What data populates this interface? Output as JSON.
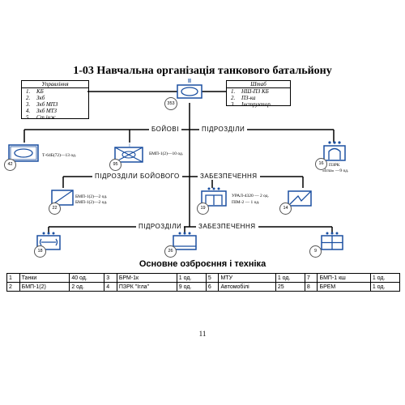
{
  "title": "1-03 Навчальна організація танкового батальйону",
  "command": {
    "header": "Управління",
    "items": [
      "КБ",
      "Зкб",
      "Зкб МПЗ",
      "Зкб МТЗ",
      "Ст.інж"
    ]
  },
  "staff": {
    "header": "Штаб",
    "items": [
      "НШ-ПЗ КБ",
      "ПЗ-ка",
      "Інструктор"
    ]
  },
  "hq_number": "353",
  "hq_mark": "II",
  "sections": {
    "combat": [
      "БОЙОВІ",
      "ПІДРОЗДІЛИ"
    ],
    "support": [
      "ПІДРОЗДІЛИ БОЙОВОГО",
      "ЗАБЕЗПЕЧЕННЯ"
    ],
    "service": [
      "ПІДРОЗДІЛИ",
      "ЗАБЕЗПЕЧЕННЯ"
    ]
  },
  "units": {
    "tank": {
      "number": "42",
      "label": "Т-64Б(72)—13 од."
    },
    "mech": {
      "number": "95",
      "label": "БМП-1(2)—10 од."
    },
    "aa": {
      "number": "16",
      "label": [
        "ПЗРК",
        "«Ігла» —9 од."
      ]
    },
    "recon": {
      "number": "22",
      "label": [
        "БМП-1(2)—2 од.",
        "БМП-1(2)—2 од."
      ]
    },
    "engineer": {
      "number": "19",
      "label": [
        "УРАЛ-4320 — 2 од.",
        "ПІМ-2 — 1 од."
      ]
    },
    "signal": {
      "number": "14"
    },
    "maint": {
      "number": "18"
    },
    "supply": {
      "number": "26"
    },
    "medical": {
      "number": "9"
    }
  },
  "equipment": {
    "title": "Основне озброєння і техніка",
    "rows": [
      [
        "1",
        "Танки",
        "40 од.",
        "3",
        "БРМ-1к",
        "1 од.",
        "5",
        "МТУ",
        "1 од.",
        "7",
        "БМП-1 кш",
        "1 од."
      ],
      [
        "2",
        "БМП-1(2)",
        "2 од.",
        "4",
        "ПЗРК \"Ігла\"",
        "9 од.",
        "6",
        "Автомобілі",
        "25",
        "8",
        "БРЕМ",
        "1 од."
      ]
    ]
  },
  "page_number": "11"
}
